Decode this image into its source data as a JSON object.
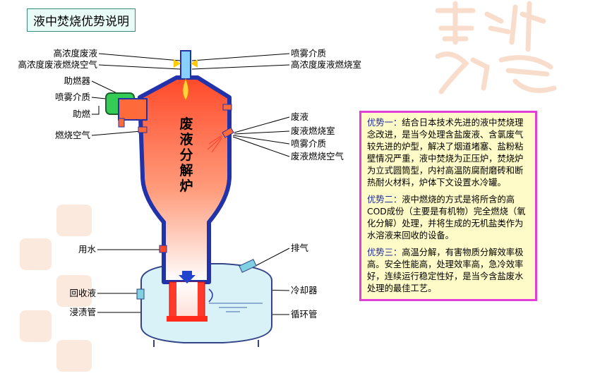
{
  "title": "液中焚烧优势说明",
  "furnace_label": [
    "废",
    "液",
    "分",
    "解",
    "炉"
  ],
  "labels": {
    "high_conc_waste": "高浓度废液",
    "high_conc_air": "高浓度废液燃烧空气",
    "burner": "助燃器",
    "spray_medium_left": "喷雾介质",
    "aux_fuel": "助燃",
    "combustion_air": "燃烧空气",
    "spray_medium_top": "喷雾介质",
    "high_conc_chamber": "高浓度废液燃烧室",
    "waste_liquid": "废液",
    "waste_chamber": "废液燃烧室",
    "spray_medium_right": "喷雾介质",
    "waste_air": "废液燃烧空气",
    "water_in": "用水",
    "exhaust": "排气",
    "recovery_liquid": "回收液",
    "cooler": "冷却器",
    "dip_tube": "浸渍管",
    "circulation_tube": "循环管"
  },
  "advantages": [
    {
      "head": "优势一：",
      "text": "结合日本技术先进的液中焚烧理念改进，是当今处理含盐废液、含氯废气较先进的炉型，解决了烟道堵塞、盐粉粘壁情况严重，液中焚烧为正压炉，焚烧炉为立式圆筒型，内衬高温防腐耐磨砖和断热耐火材料，炉体下文设置水冷罐。"
    },
    {
      "head": "优势二：",
      "text": "液中燃烧的方式是将所含的高COD成份（主要是有机物）完全燃烧（氧化分解）处理，并将生成的无机盐类作为水溶液来回收的设备。"
    },
    {
      "head": "优势三：",
      "text": "高温分解，有害物质分解效率极高。安全性能高，处理效率高，急冷效率好，连续运行稳定性好，是当今含盐废水处理的最佳工艺。"
    }
  ],
  "colors": {
    "panel_border": "#e040d8",
    "panel_bg": "#fffbc8",
    "shell": "#2233aa",
    "flame": "#ff5a3a",
    "tank": "#d8f2f8"
  }
}
